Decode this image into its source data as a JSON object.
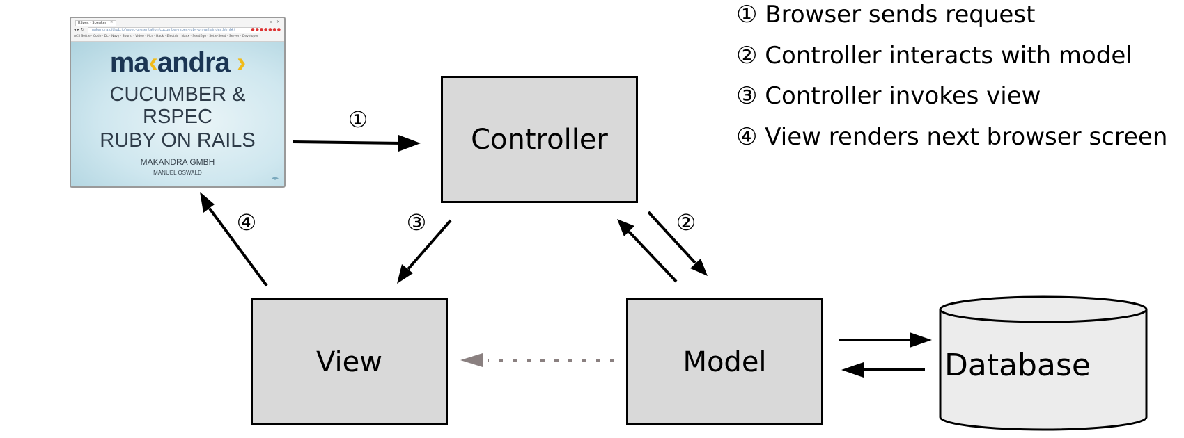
{
  "browser": {
    "tab_title": "RSpec · Speaker",
    "url": "makandra.github.io/rspec-presentation/cucumber-rspec-ruby-on-rails/index.html#/",
    "bookmarks": "ACS Settle · Code · DL · Navy · Sound · Video · Pics · Hack · Electric · Naxx · SeedEgo · Setle-Seed · Server · Developer",
    "slide": {
      "logo_pre": "ma",
      "logo_mark": "‹",
      "logo_post": "andra",
      "logo_arrow": "›",
      "line1": "CUCUMBER &",
      "line2": "RSPEC",
      "line3": "RUBY ON RAILS",
      "company": "MAKANDRA GMBH",
      "author": "MANUEL OSWALD"
    }
  },
  "boxes": {
    "controller": "Controller",
    "view": "View",
    "model": "Model",
    "database": "Database"
  },
  "markers": {
    "m1": "①",
    "m2": "②",
    "m3": "③",
    "m4": "④"
  },
  "legend": [
    "① Browser sends request",
    "② Controller interacts with model",
    "③ Controller invokes view",
    "④ View renders next browser screen"
  ],
  "colors": {
    "box_fill": "#d9d9d9",
    "database_fill": "#ececec",
    "dashed_arrow": "#8a8080"
  }
}
